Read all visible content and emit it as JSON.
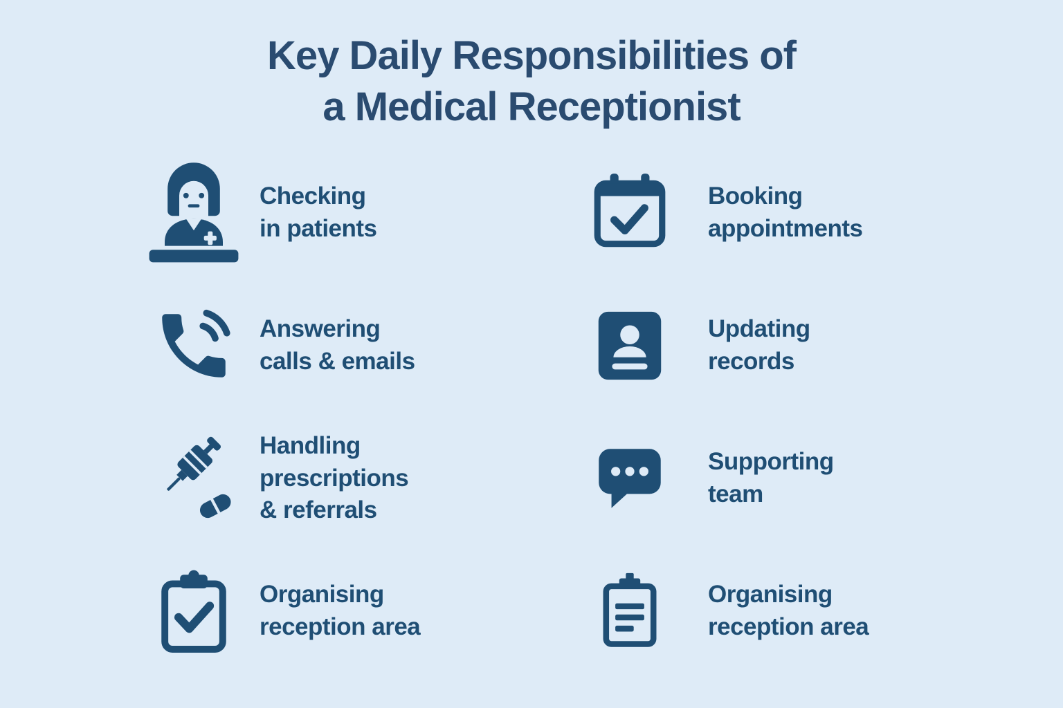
{
  "title": {
    "line1": "Key Daily Responsibilities of",
    "line2": "a Medical Receptionist"
  },
  "colors": {
    "background": "#deebf7",
    "accent": "#1f4e74",
    "title": "#2a4b70"
  },
  "columns": {
    "left": [
      {
        "icon": "receptionist-icon",
        "label": "Checking\nin patients"
      },
      {
        "icon": "phone-icon",
        "label": "Answering\ncalls & emails"
      },
      {
        "icon": "syringe-pill-icon",
        "label": "Handling\nprescriptions\n& referrals"
      },
      {
        "icon": "clipboard-check-icon",
        "label": "Organising\nreception area"
      }
    ],
    "right": [
      {
        "icon": "calendar-check-icon",
        "label": "Booking\nappointments"
      },
      {
        "icon": "contact-card-icon",
        "label": "Updating\nrecords"
      },
      {
        "icon": "chat-bubble-icon",
        "label": "Supporting\nteam"
      },
      {
        "icon": "clipboard-list-icon",
        "label": "Organising\nreception area"
      }
    ]
  }
}
